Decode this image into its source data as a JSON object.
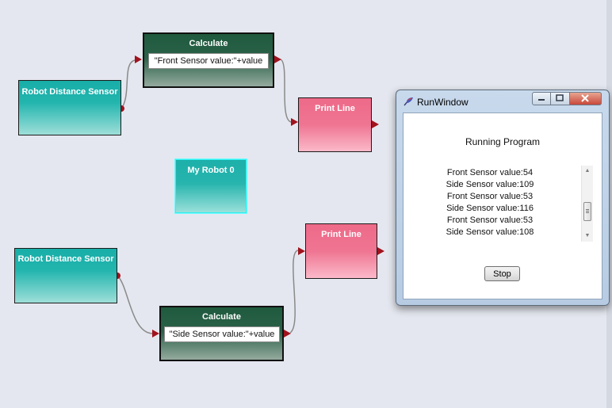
{
  "colors": {
    "canvas_bg": "#e4e7ef",
    "sensor": "#18aea8",
    "calculate": "#1f5a3e",
    "print": "#ee6a89",
    "wire": "#8a8a8a",
    "connector": "#a0131e"
  },
  "nodes": {
    "sensor_top": {
      "title": "Robot Distance Sensor"
    },
    "calc_top": {
      "title": "Calculate",
      "expression": "\"Front Sensor value:\"+value"
    },
    "print_top": {
      "title": "Print Line"
    },
    "robot": {
      "title": "My Robot 0"
    },
    "sensor_bottom": {
      "title": "Robot Distance Sensor"
    },
    "calc_bottom": {
      "title": "Calculate",
      "expression": "\"Side Sensor value:\"+value"
    },
    "print_bottom": {
      "title": "Print Line"
    }
  },
  "run_window": {
    "title": "RunWindow",
    "app_icon": "feather-icon",
    "status": "Running Program",
    "output_lines": [
      "Front Sensor value:54",
      "Side Sensor value:109",
      "Front Sensor value:53",
      "Side Sensor value:116",
      "Front Sensor value:53",
      "Side Sensor value:108"
    ],
    "stop_label": "Stop"
  }
}
